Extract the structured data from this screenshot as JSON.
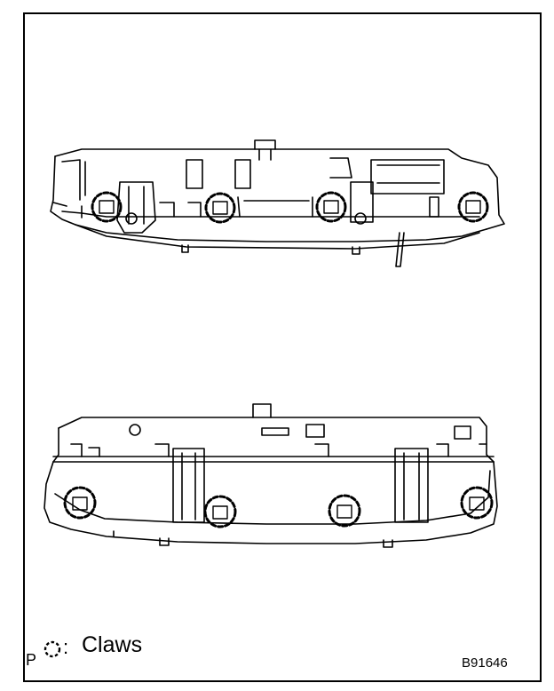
{
  "figure": {
    "legend": {
      "marker": "P",
      "symbol": "dashed-circle",
      "colon": ":",
      "label": "Claws"
    },
    "figure_id": "B91646",
    "views": [
      {
        "name": "upper-view",
        "claw_count": 4
      },
      {
        "name": "lower-view",
        "claw_count": 4
      }
    ],
    "colors": {
      "line": "#000000",
      "background": "#ffffff"
    }
  }
}
